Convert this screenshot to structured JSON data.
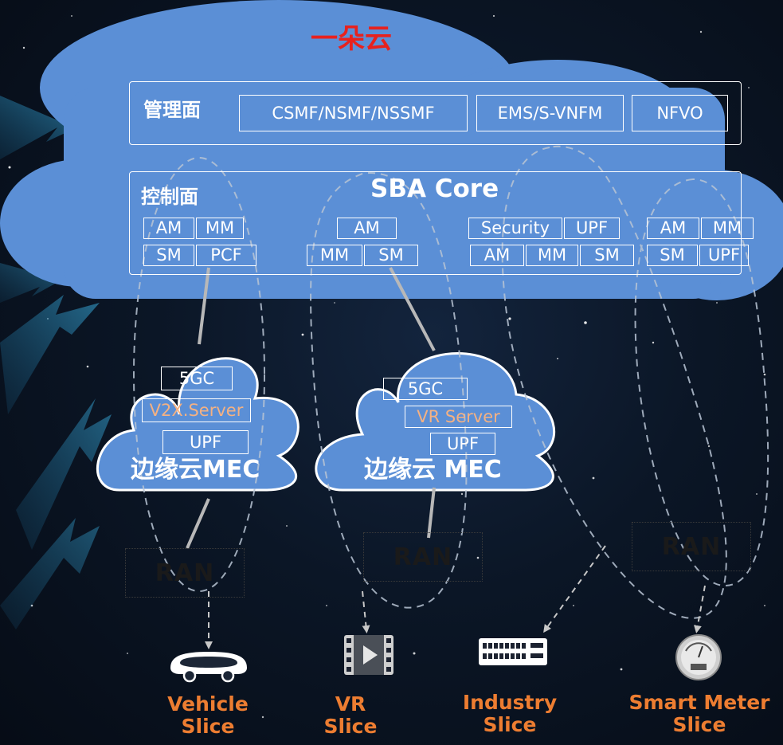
{
  "title": "一朵云",
  "management_plane": {
    "label": "管理面",
    "items": [
      "CSMF/NSMF/NSSMF",
      "EMS/S-VNFM",
      "NFVO"
    ]
  },
  "control_plane": {
    "label": "控制面",
    "heading": "SBA Core",
    "group1": {
      "row1": [
        "AM",
        "MM"
      ],
      "row2": [
        "SM",
        "PCF"
      ]
    },
    "group2": {
      "row1": [
        "AM"
      ],
      "row2": [
        "MM",
        "SM"
      ]
    },
    "group3": {
      "row1": [
        "Security",
        "UPF"
      ],
      "row2": [
        "AM",
        "MM",
        "SM"
      ]
    },
    "group4": {
      "row1": [
        "AM",
        "MM"
      ],
      "row2": [
        "SM",
        "UPF"
      ]
    }
  },
  "edge_clouds": [
    {
      "name": "边缘云MEC",
      "items": [
        "5GC",
        "V2X.Server",
        "UPF"
      ]
    },
    {
      "name": "边缘云 MEC",
      "items": [
        "5GC",
        "VR Server",
        "UPF"
      ]
    }
  ],
  "ran_labels": [
    "RAN",
    "RAN",
    "RAN"
  ],
  "slices": [
    {
      "line1": "Vehicle",
      "line2": "Slice",
      "icon": "car-icon"
    },
    {
      "line1": "VR",
      "line2": "Slice",
      "icon": "video-play-icon"
    },
    {
      "line1": "Industry",
      "line2": "Slice",
      "icon": "network-switch-icon"
    },
    {
      "line1": "Smart Meter",
      "line2": "Slice",
      "icon": "meter-gauge-icon"
    }
  ],
  "colors": {
    "cloud": "#5b8fd6",
    "title": "#e8211d",
    "slice_label": "#ed7d31",
    "server_text": "#f4b183"
  }
}
